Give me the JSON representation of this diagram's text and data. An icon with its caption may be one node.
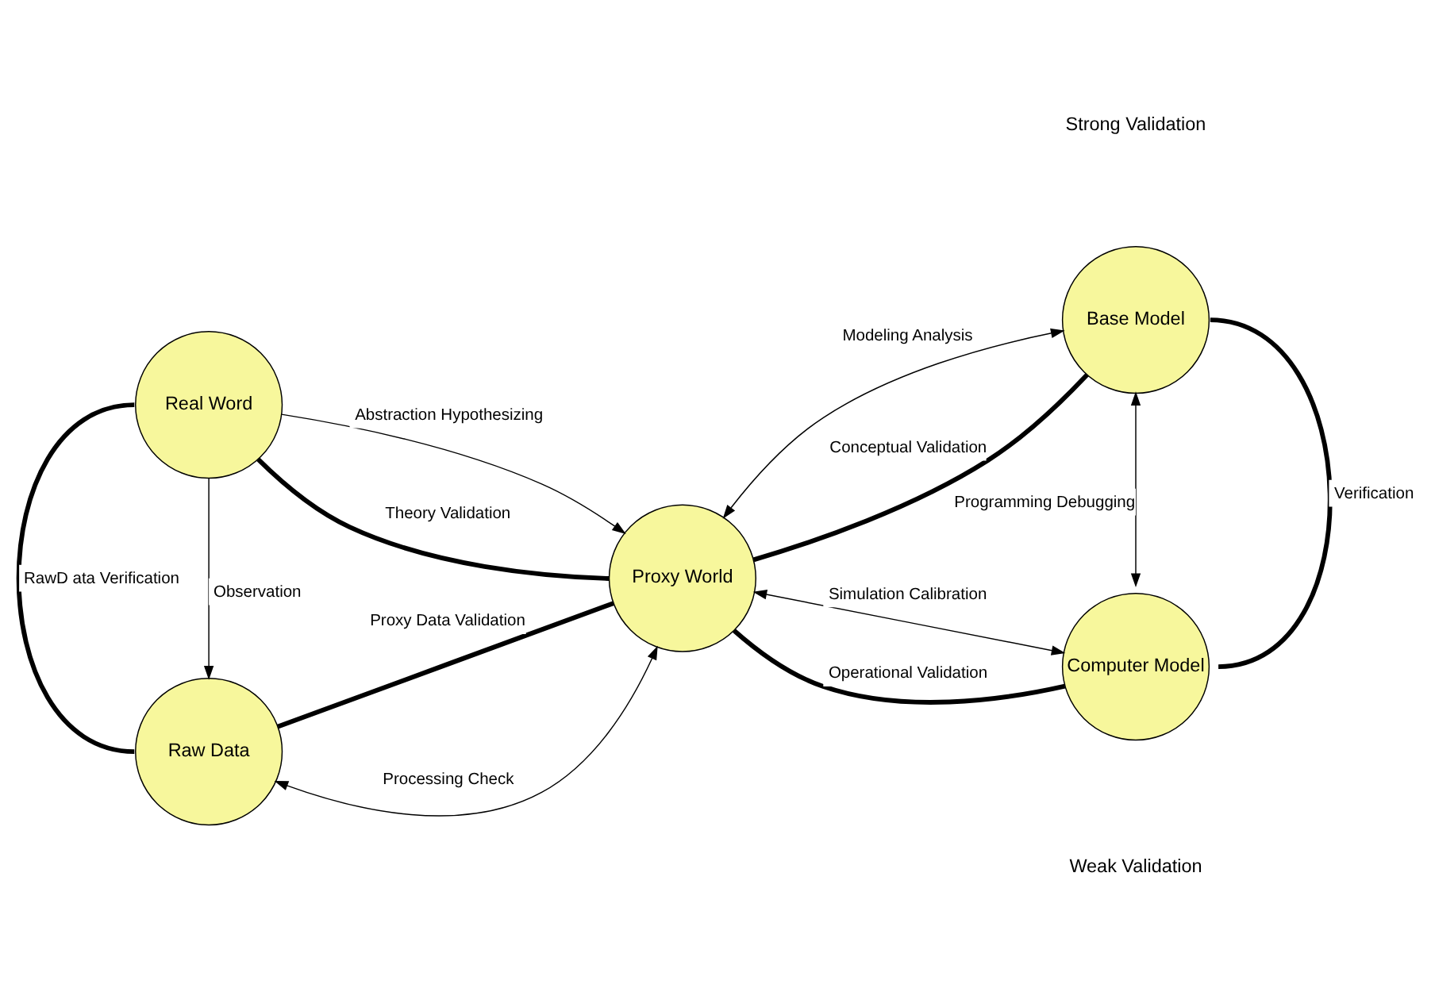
{
  "diagram": {
    "nodes": [
      {
        "text": [
          "Real Word"
        ]
      },
      {
        "text": [
          "Base Model"
        ]
      },
      {
        "text": [
          "Proxy World"
        ]
      },
      {
        "text": [
          "Raw Data"
        ]
      },
      {
        "text": [
          "Computer Model"
        ]
      }
    ],
    "edges": [
      {
        "from": 0,
        "to": 3,
        "arrow": "to",
        "label": "Observation"
      },
      {
        "from": 0,
        "to": 2,
        "arrow": "to",
        "label": "Abstraction Hypothesizing"
      },
      {
        "from": 2,
        "to": 3,
        "arrow": "both",
        "label": "Processing Check"
      },
      {
        "from": 2,
        "to": 1,
        "arrow": "both",
        "label": "Modeling Analysis"
      },
      {
        "from": 1,
        "to": 4,
        "arrow": "both",
        "label": "Programming Debugging"
      },
      {
        "from": 2,
        "to": 4,
        "arrow": "both",
        "label": "Simulation Calibration"
      },
      {
        "from": 0,
        "to": 2,
        "arrow": "none",
        "label": "Theory Validation",
        "style": "thick"
      },
      {
        "from": 2,
        "to": 1,
        "arrow": "none",
        "label": "Conceptual Validation",
        "style": "thick"
      },
      {
        "from": 3,
        "to": 2,
        "arrow": "none",
        "label": "Proxy Data Validation",
        "style": "thick"
      },
      {
        "from": 2,
        "to": 4,
        "arrow": "none",
        "label": "Operational Validation",
        "style": "thick"
      },
      {
        "from": 0,
        "to": 3,
        "arrow": "none",
        "label": "RawD ata Verification",
        "style": "thick"
      },
      {
        "from": 1,
        "to": 4,
        "arrow": "none",
        "label": "Verification",
        "style": "thick"
      }
    ],
    "labels": [
      "Weak Validation",
      "Strong Validation"
    ]
  }
}
